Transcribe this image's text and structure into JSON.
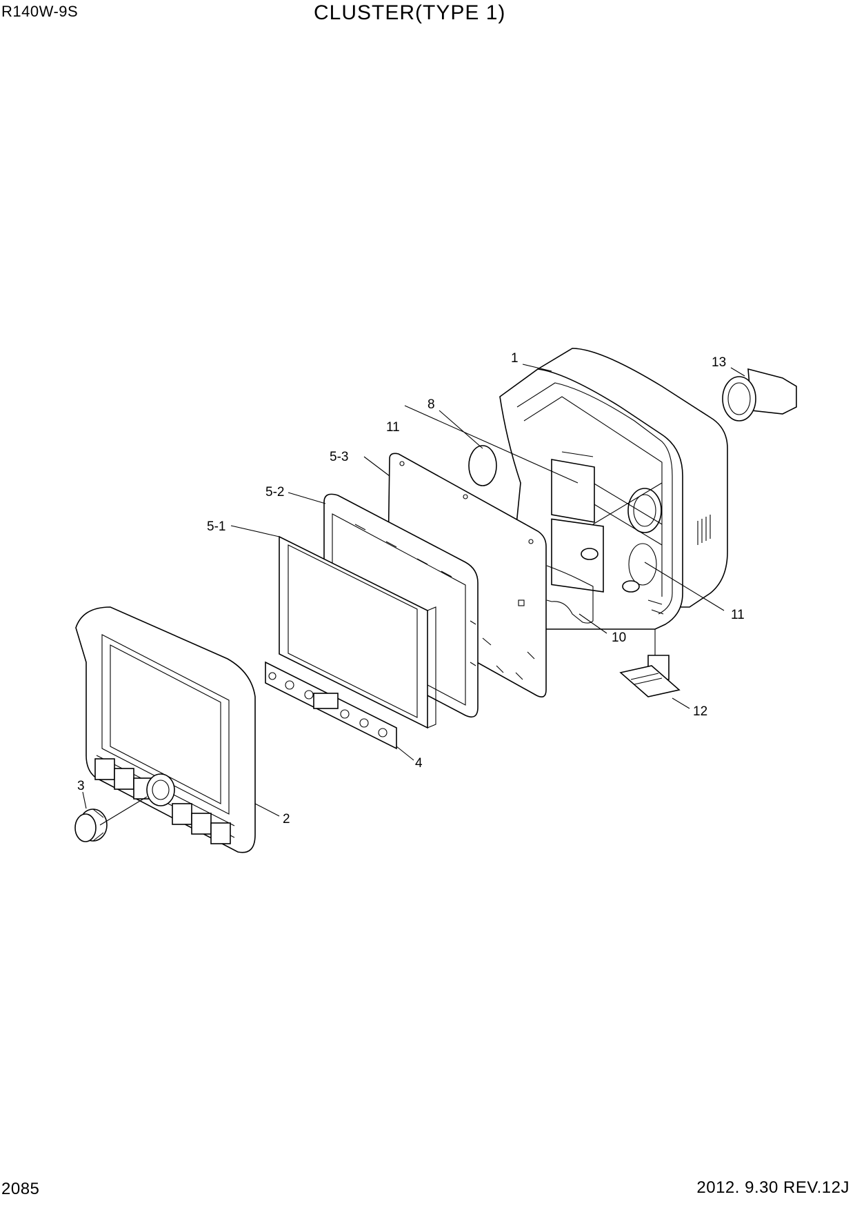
{
  "header": {
    "model": "R140W-9S",
    "title": "CLUSTER(TYPE 1)"
  },
  "footer": {
    "page_number": "2085",
    "revision": "2012. 9.30  REV.12J"
  },
  "callouts": {
    "c1": "1",
    "c2": "2",
    "c3": "3",
    "c4": "4",
    "c5_1": "5-1",
    "c5_2": "5-2",
    "c5_3": "5-3",
    "c8": "8",
    "c10": "10",
    "c11a": "11",
    "c11b": "11",
    "c12": "12",
    "c13": "13"
  }
}
